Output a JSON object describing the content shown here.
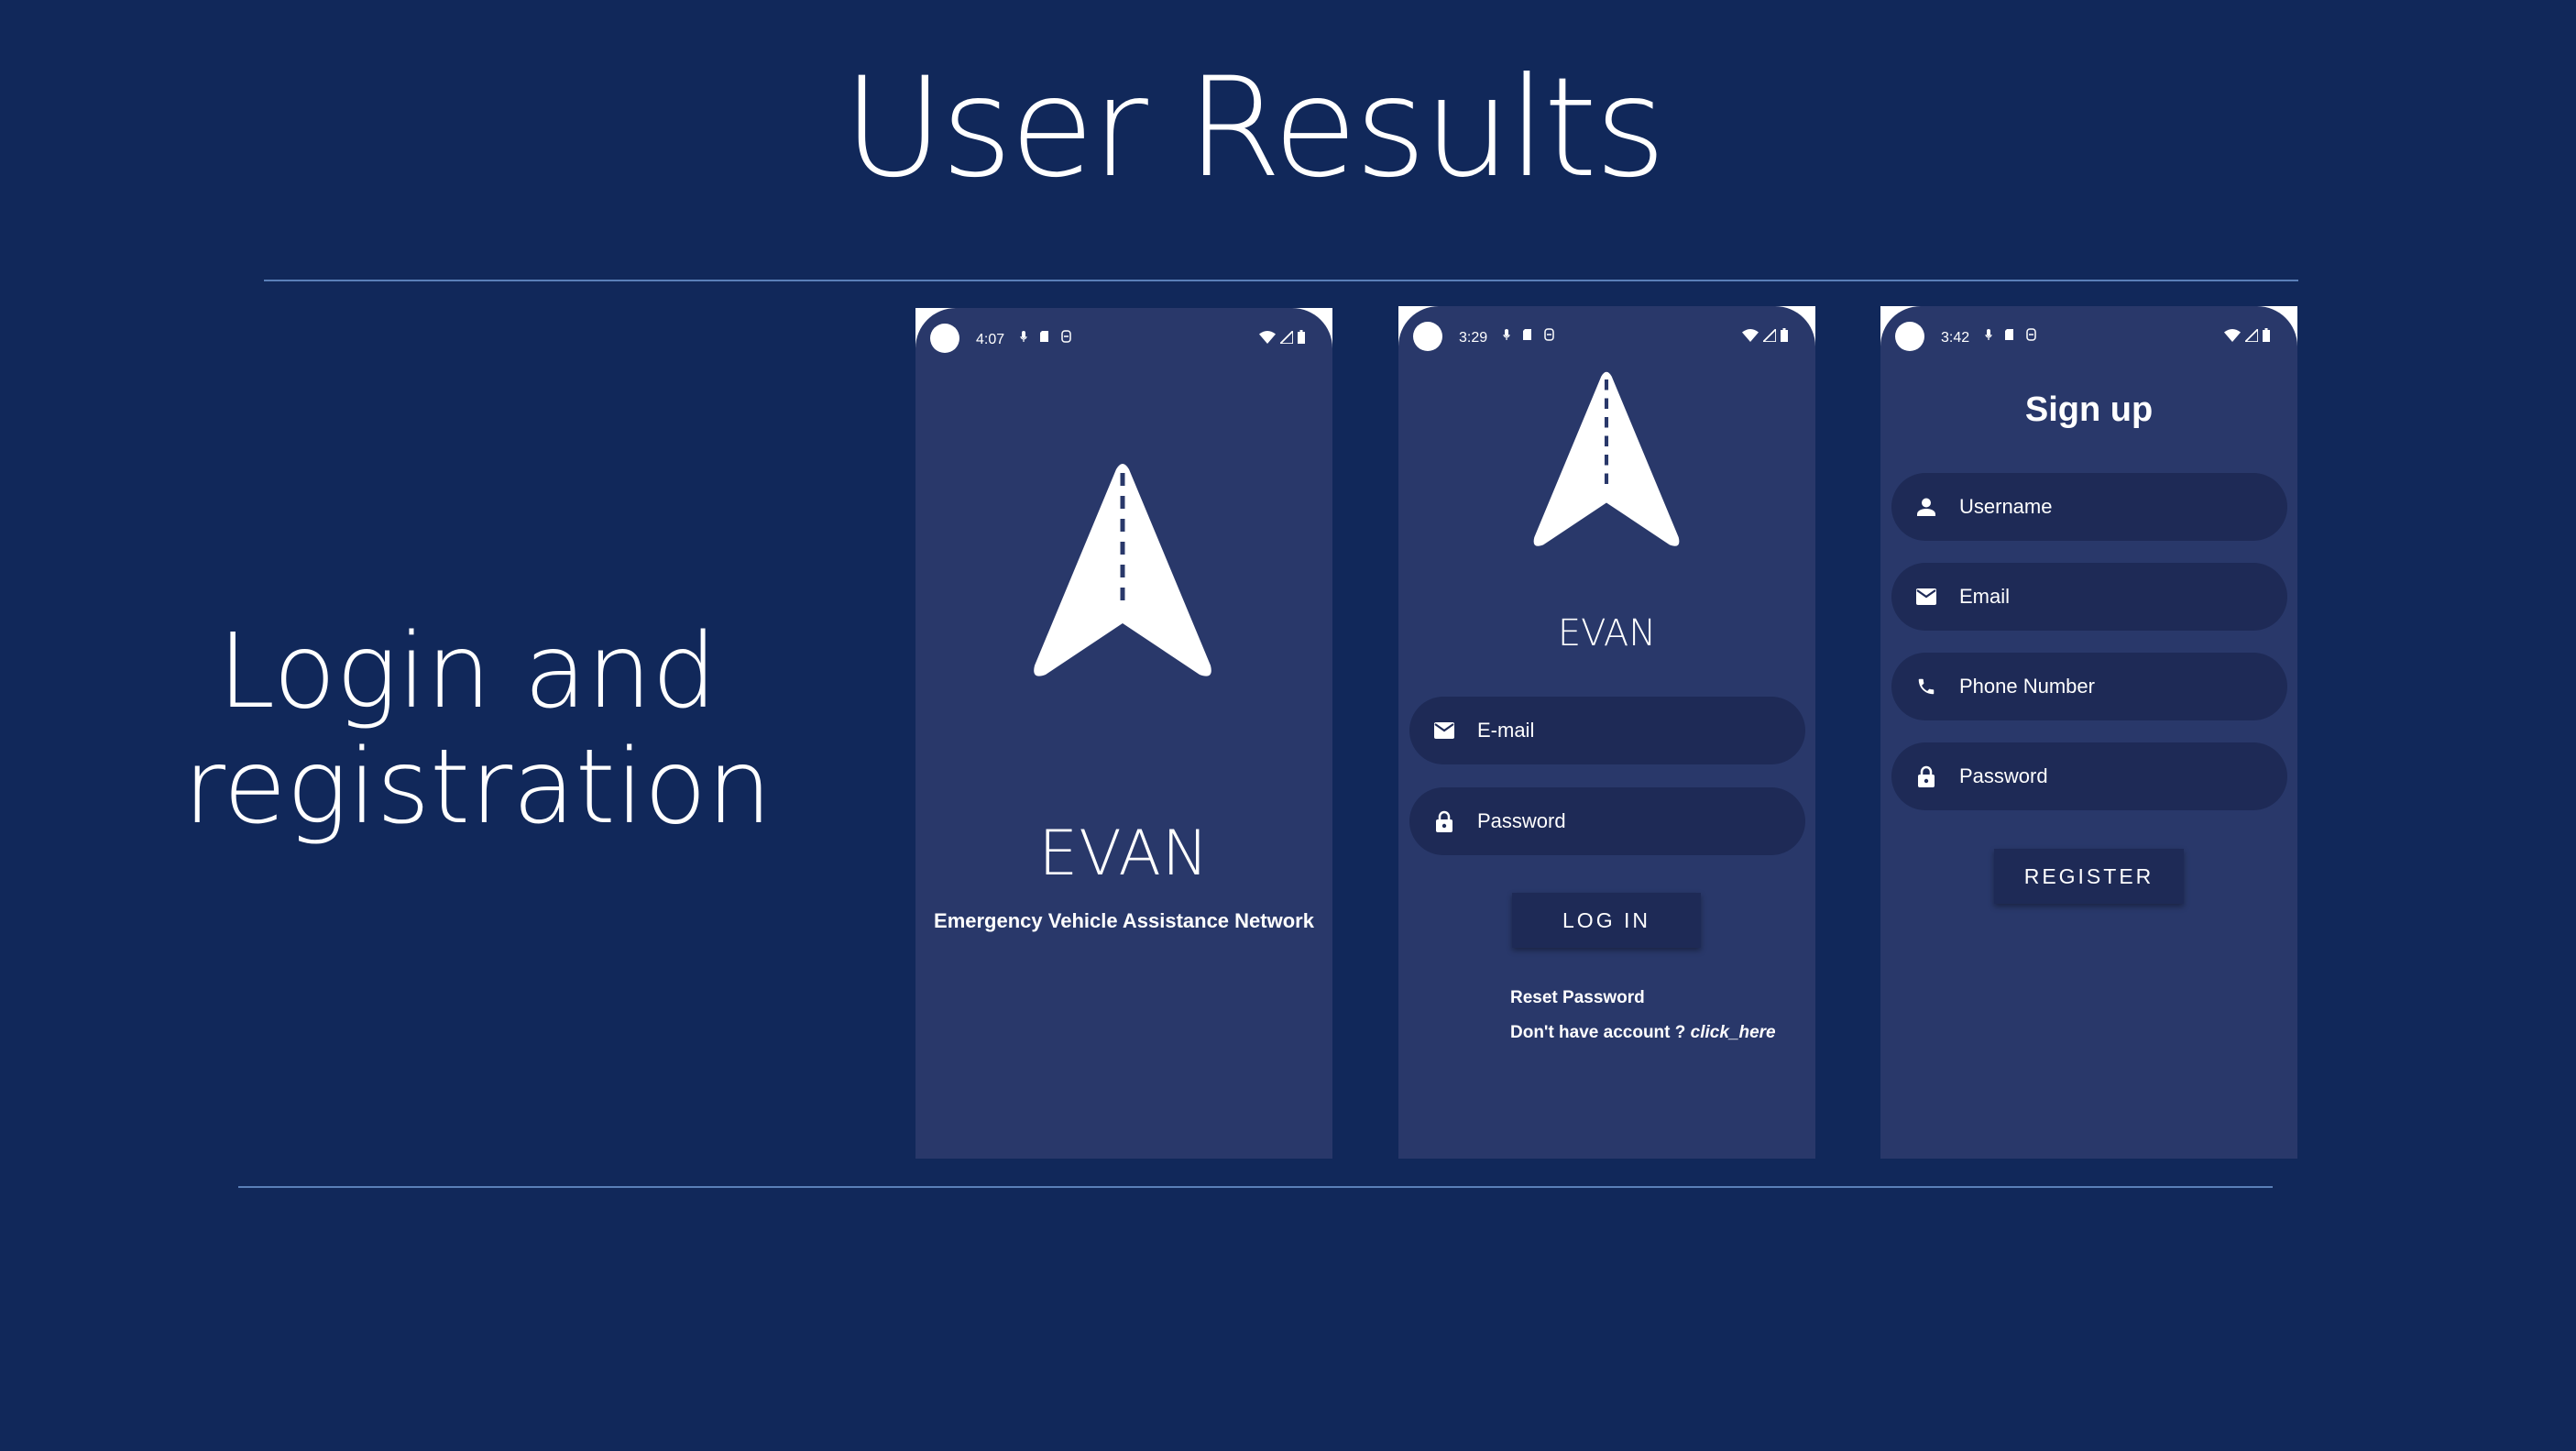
{
  "slide": {
    "title": "User Results",
    "section_line1": "Login and",
    "section_line2": "registration"
  },
  "splash": {
    "time": "4:07",
    "app_name": "EVAN",
    "subtitle": "Emergency Vehicle Assistance Network"
  },
  "login": {
    "time": "3:29",
    "app_name": "EVAN",
    "email_placeholder": "E-mail",
    "password_placeholder": "Password",
    "login_button": "LOG IN",
    "reset_password": "Reset Password",
    "no_account_text": "Don't have account ? ",
    "click_here": "click_here"
  },
  "signup": {
    "time": "3:42",
    "title": "Sign up",
    "username_placeholder": "Username",
    "email_placeholder": "Email",
    "phone_placeholder": "Phone Number",
    "password_placeholder": "Password",
    "register_button": "REGISTER"
  },
  "colors": {
    "background": "#11285a",
    "phone_background": "#29386a",
    "field_background": "#1e2a56",
    "rule": "#5a7fb8"
  },
  "icons": {
    "field_email": "envelope-icon",
    "field_password": "lock-icon",
    "field_username": "person-icon",
    "field_phone": "phone-icon",
    "logo": "road-arrow-icon"
  }
}
